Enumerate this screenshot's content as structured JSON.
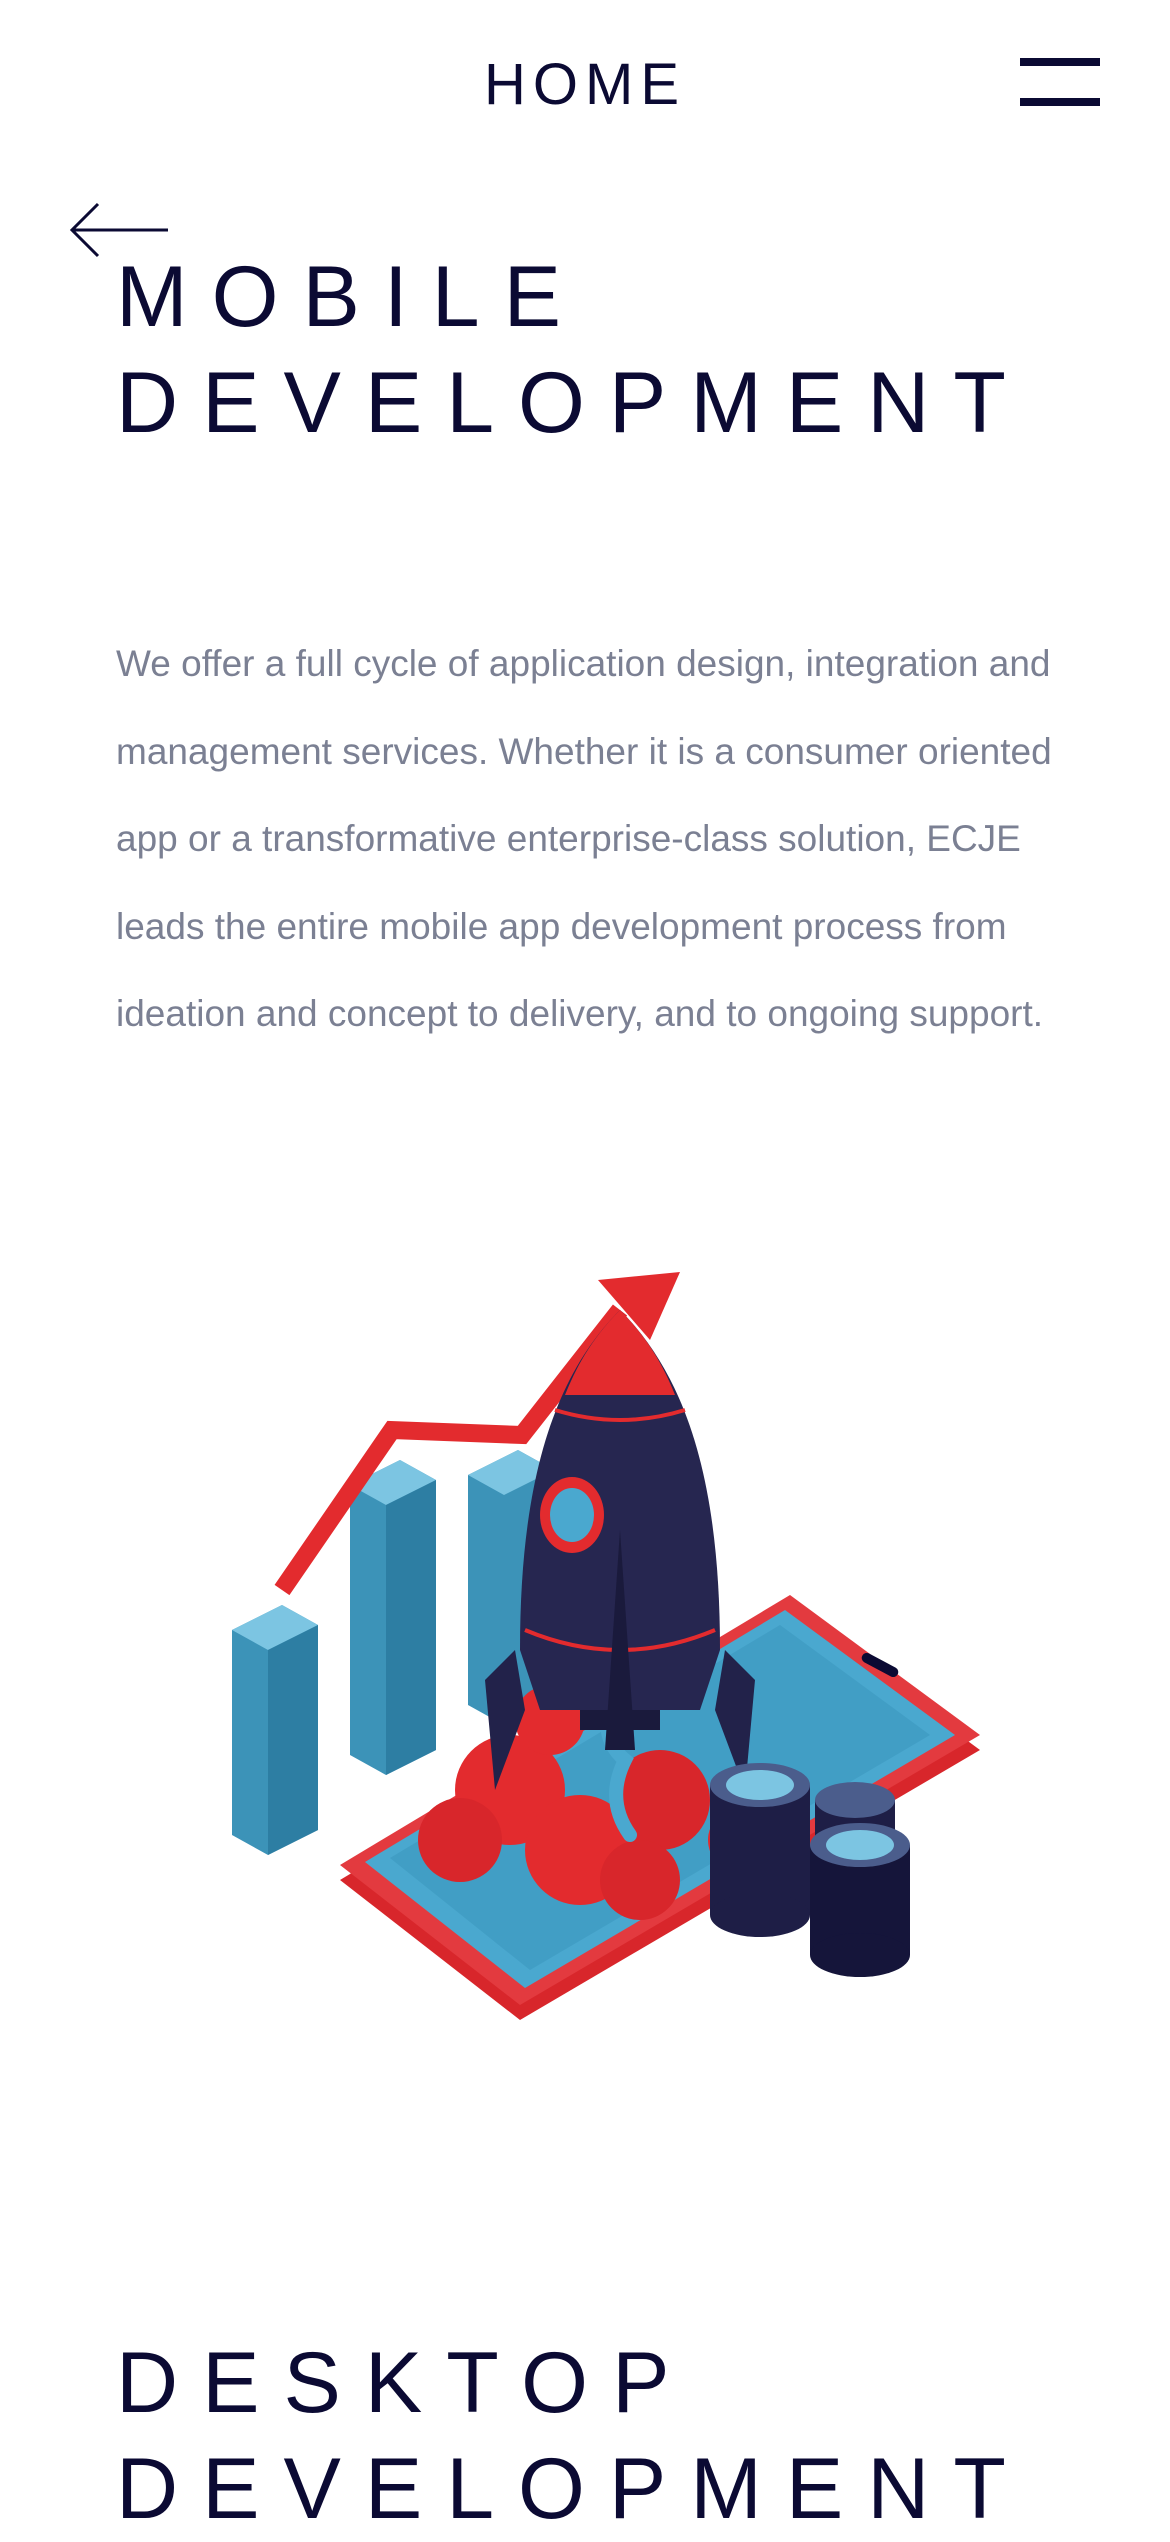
{
  "header": {
    "title": "HOME",
    "menu_icon": "hamburger-menu-icon"
  },
  "back": {
    "icon": "arrow-left-icon"
  },
  "sections": [
    {
      "title_line1": "MOBILE",
      "title_line2": "DEVELOPMENT",
      "description": "We offer a full cycle of application design, integration and management services. Whether it is a consumer oriented app or a transformative enterprise-class solution, ECJE leads the entire mobile app development process from ideation and concept to delivery, and to ongoing support.",
      "illustration": "rocket-launch-phone-chart-coins-illustration"
    },
    {
      "title_line1": "DESKTOP",
      "title_line2": "DEVELOPMENT"
    }
  ],
  "colors": {
    "navy": "#0b0a33",
    "gray_text": "#7b8093",
    "red": "#e32b2e",
    "blue": "#4aa8cf",
    "background": "#ffffff"
  }
}
